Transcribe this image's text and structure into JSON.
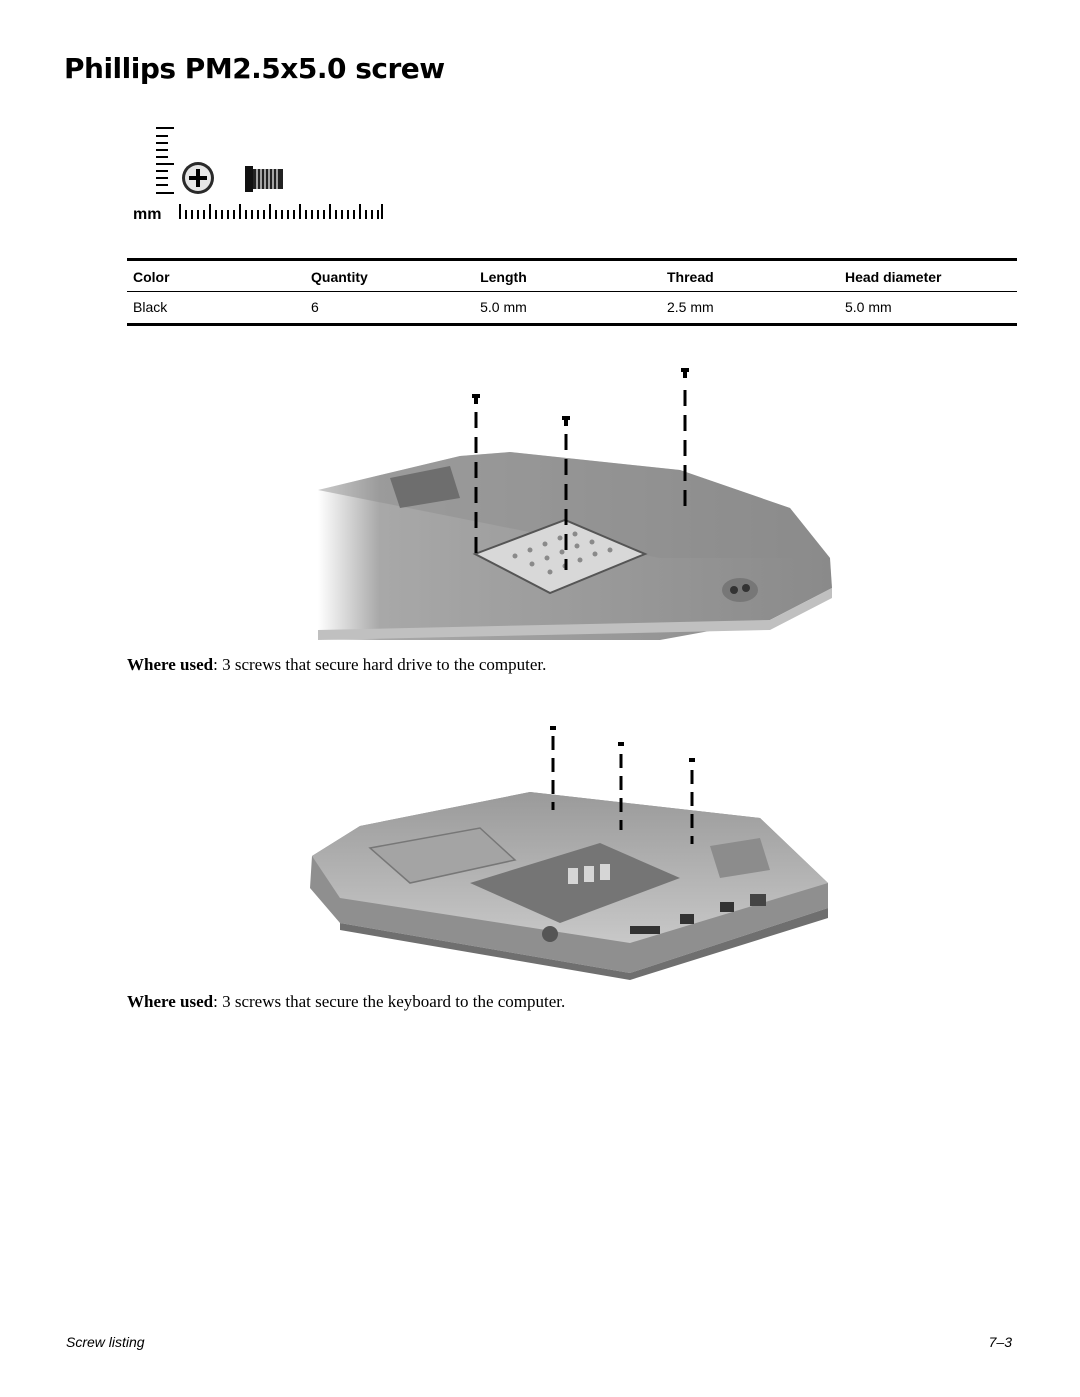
{
  "page": {
    "title": "Phillips PM2.5x5.0 screw"
  },
  "scale_figure": {
    "unit_label": "mm",
    "icons": [
      "phillips-screw-head-icon",
      "screw-side-view-icon"
    ]
  },
  "spec_table": {
    "headers": [
      "Color",
      "Quantity",
      "Length",
      "Thread",
      "Head diameter"
    ],
    "rows": [
      [
        "Black",
        "6",
        "5.0 mm",
        "2.5 mm",
        "5.0 mm"
      ]
    ]
  },
  "usages": [
    {
      "label": "Where used",
      "text": ": 3 screws that secure hard drive to the computer."
    },
    {
      "label": "Where used",
      "text": ": 3 screws that secure the keyboard to the computer."
    }
  ],
  "footer": {
    "section": "Screw listing",
    "page_number": "7–3"
  }
}
